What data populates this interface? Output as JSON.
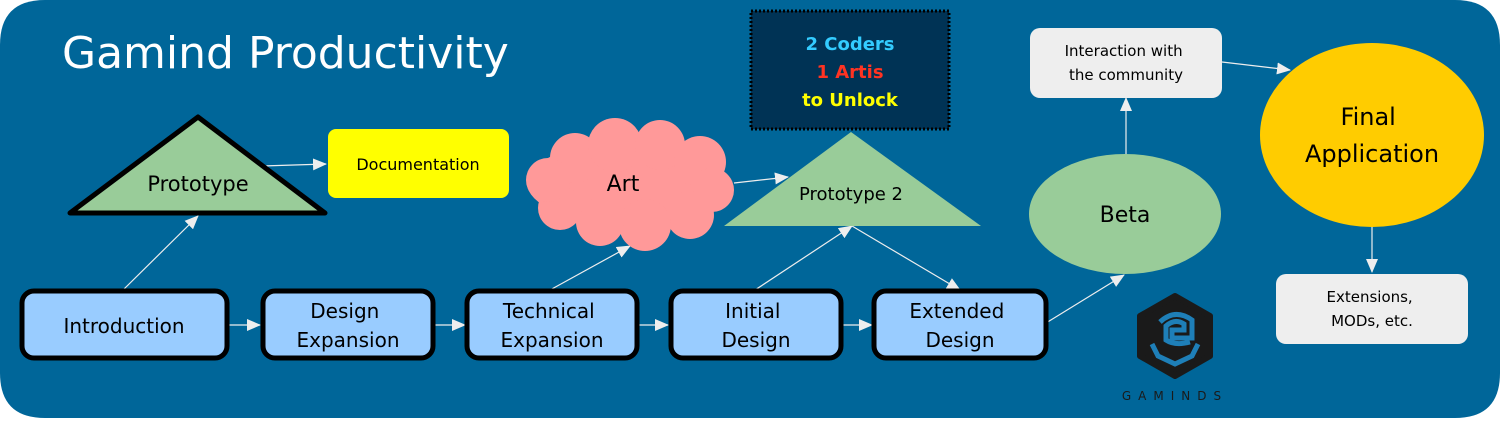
{
  "title": "Gamind Productivity",
  "colors": {
    "background": "#006699",
    "process_fill": "#99ccff",
    "triangle_fill": "#99cc99",
    "cloud_fill": "#ff9999",
    "doc_fill": "#ffff00",
    "final_fill": "#ffcc00",
    "note_fill": "#eeeeee",
    "unlock_fill": "#003355",
    "unlock_coders": "#33ccff",
    "unlock_artis": "#ff3322",
    "unlock_text": "#ffff00",
    "arrow": "#eeeeee"
  },
  "nodes": {
    "introduction": "Introduction",
    "design_expansion": [
      "Design",
      "Expansion"
    ],
    "technical_expansion": [
      "Technical",
      "Expansion"
    ],
    "initial_design": [
      "Initial",
      "Design"
    ],
    "extended_design": [
      "Extended",
      "Design"
    ],
    "prototype": "Prototype",
    "documentation": "Documentation",
    "art": "Art",
    "prototype2": "Prototype 2",
    "beta": "Beta",
    "interaction": [
      "Interaction with",
      "the community"
    ],
    "final_application": [
      "Final",
      "Application"
    ],
    "extensions": [
      "Extensions,",
      "MODs, etc."
    ]
  },
  "unlock": {
    "coders": "2 Coders",
    "artis": "1 Artis",
    "label": "to Unlock"
  },
  "logo": {
    "name": "GAMINDS"
  }
}
